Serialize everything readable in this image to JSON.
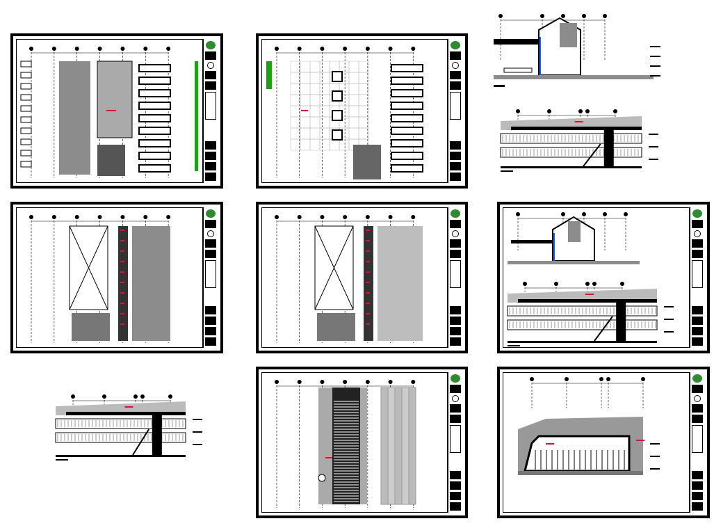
{
  "colors": {
    "frame": "#000000",
    "fill_gray": "#8c8c8c",
    "light_gray": "#c8c8c8",
    "accent_red": "#ff0033",
    "landscape_green": "#1aa310",
    "logo_green": "#2e8b2e",
    "glazing_blue": "#1e64ff"
  },
  "sheets": [
    {
      "kind": "plan",
      "framed": true
    },
    {
      "kind": "plan",
      "framed": true
    },
    {
      "kind": "section",
      "framed": false
    },
    {
      "kind": "elevation",
      "framed": false
    },
    {
      "kind": "plan",
      "framed": true
    },
    {
      "kind": "plan",
      "framed": true
    },
    {
      "kind": "section-elevation",
      "framed": true
    },
    {
      "kind": "elevation",
      "framed": false
    },
    {
      "kind": "plan",
      "framed": true
    },
    {
      "kind": "elevation",
      "framed": true
    }
  ]
}
